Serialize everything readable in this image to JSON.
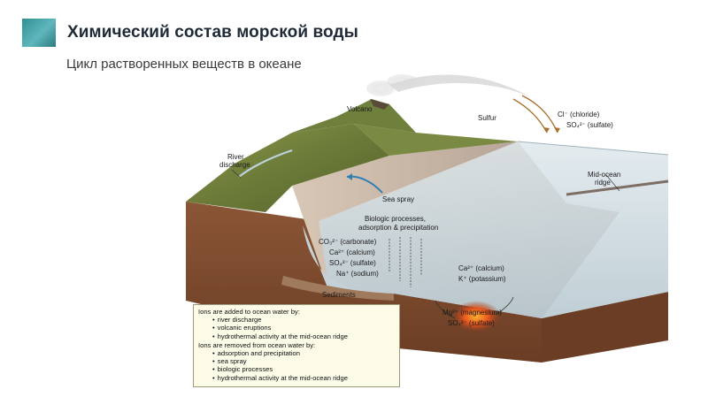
{
  "slide": {
    "title": "Химический состав морской воды",
    "subtitle": "Цикл растворенных веществ в океане"
  },
  "diagram": {
    "labels": {
      "volcano": "Volcano",
      "sulfur": "Sulfur",
      "chloride": "Cl⁻ (chloride)",
      "sulfate_air": "SO₄²⁻ (sulfate)",
      "river_1": "River",
      "river_2": "discharge",
      "mid_ocean_1": "Mid-ocean",
      "mid_ocean_2": "ridge",
      "sea_spray": "Sea spray",
      "bio_1": "Biologic processes,",
      "bio_2": "adsorption & precipitation",
      "carbonate": "CO₃²⁻ (carbonate)",
      "calcium_left": "Ca²⁺ (calcium)",
      "sulfate_left": "SO₄²⁻ (sulfate)",
      "sodium": "Na⁺ (sodium)",
      "sediments": "Sediments",
      "calcium_right": "Ca²⁺ (calcium)",
      "potassium": "K⁺ (potassium)",
      "magnesium": "Mg²⁺ (magnesium)",
      "sulfate_vent": "SO₄²⁻ (sulfate)"
    },
    "colors": {
      "land_green": "#6f7f3c",
      "rock_brown": "#7a4a2e",
      "sea_water": "#c9d6dc",
      "vent": "#e8561e"
    },
    "legend": {
      "added_heading": "Ions are added to ocean water by:",
      "added_items": [
        "river discharge",
        "volcanic eruptions",
        "hydrothermal activity at the mid-ocean ridge"
      ],
      "removed_heading": "Ions are removed from ocean water by:",
      "removed_items": [
        "adsorption and precipitation",
        "sea spray",
        "biologic processes",
        "hydrothermal activity at the mid-ocean ridge"
      ]
    }
  }
}
